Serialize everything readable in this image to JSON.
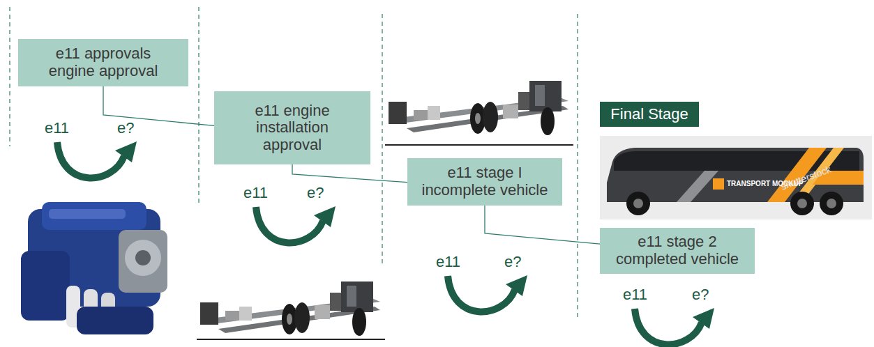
{
  "diagram": {
    "nodes": [
      {
        "text": [
          "e11 approvals engine approval"
        ]
      },
      {
        "text": [
          "e11 engine installation approval"
        ]
      },
      {
        "text": [
          "e11 stage I incomplete vehicle"
        ]
      },
      {
        "text": [
          "Final Stage"
        ]
      },
      {
        "text": [
          "e11 stage 2 completed vehicle"
        ]
      }
    ],
    "edges": [
      {
        "from": 0,
        "to": 1,
        "arrow": "none"
      },
      {
        "from": 1,
        "to": 2,
        "arrow": "none"
      },
      {
        "from": 2,
        "to": 4,
        "arrow": "none"
      }
    ],
    "labels": [
      "e11",
      "e?",
      "e11",
      "e?",
      "e11",
      "e?",
      "e11",
      "e?",
      "TRANSPORT MOCKUP",
      "shutterstock"
    ]
  }
}
